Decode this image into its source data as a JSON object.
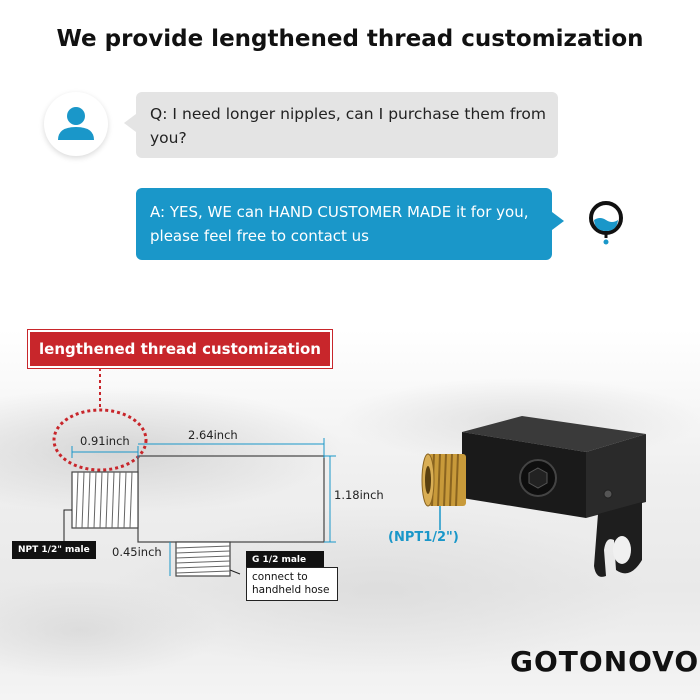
{
  "headline": "We provide lengthened thread customization",
  "chat": {
    "question": "Q: I need longer nipples, can I purchase them from you?",
    "answer": "A: YES, WE can HAND CUSTOMER MADE it for you, please feel free to contact us"
  },
  "banner": "lengthened thread customization",
  "dimensions": {
    "thread_length": "0.91inch",
    "body_length": "2.64inch",
    "body_height": "1.18inch",
    "outlet_length": "0.45inch"
  },
  "labels": {
    "npt_male": "NPT 1/2\" male",
    "g_male": "G 1/2 male",
    "g_male_desc": "connect to handheld hose",
    "npt_callout": "(NPT1/2\")"
  },
  "brand": "GOTONOVO",
  "colors": {
    "accent_blue": "#1a97c9",
    "banner_red": "#c8262b",
    "bubble_gray": "#e4e4e4"
  },
  "icons": {
    "avatar": "user-icon",
    "logo": "water-drop-icon"
  }
}
